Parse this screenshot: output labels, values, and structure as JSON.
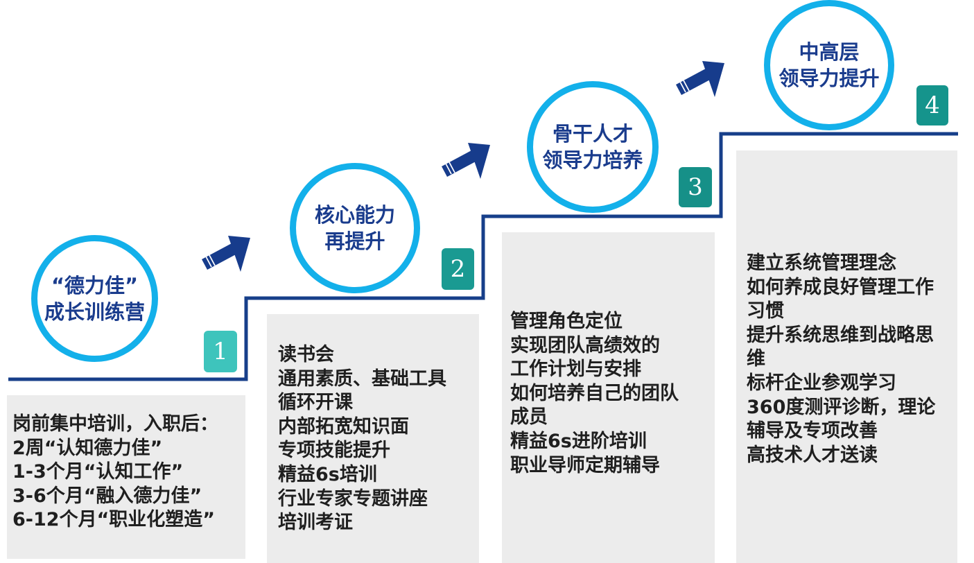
{
  "stages": [
    {
      "number": "1",
      "title_lines": [
        "“德力佳”",
        "成长训练营"
      ]
    },
    {
      "number": "2",
      "title_lines": [
        "核心能力",
        "再提升"
      ]
    },
    {
      "number": "3",
      "title_lines": [
        "骨干人才",
        "领导力培养"
      ]
    },
    {
      "number": "4",
      "title_lines": [
        "中高层",
        "领导力提升"
      ]
    }
  ],
  "details": [
    [
      "岗前集中培训，入职后：",
      "2周“认知德力佳”",
      "1-3个月“认知工作”",
      "3-6个月“融入德力佳”",
      "6-12个月“职业化塑造”"
    ],
    [
      "读书会",
      "通用素质、基础工具",
      "循环开课",
      "内部拓宽知识面",
      "专项技能提升",
      "精益6s培训",
      "行业专家专题讲座",
      "培训考证"
    ],
    [
      "管理角色定位",
      "实现团队高绩效的",
      "工作计划与安排",
      "如何培养自己的团队",
      "成员",
      "精益6s进阶培训",
      "职业导师定期辅导"
    ],
    [
      "建立系统管理理念",
      "如何养成良好管理工作",
      "习惯",
      "提升系统思维到战略思",
      "维",
      "标杆企业参观学习",
      "360度测评诊断，理论",
      "辅导及专项改善",
      "高技术人才送读"
    ]
  ],
  "colors": {
    "circle_border": "#13b0ea",
    "title_text": "#1a3c8d",
    "stair_line": "#173f8a",
    "arrow": "#173c8c",
    "badge_1": "#3ec4bc",
    "badge_2": "#1a9a92",
    "badge_3": "#169088",
    "badge_4": "#15948c",
    "box_bg": "#ececec",
    "box_text": "#1f1f1f"
  }
}
